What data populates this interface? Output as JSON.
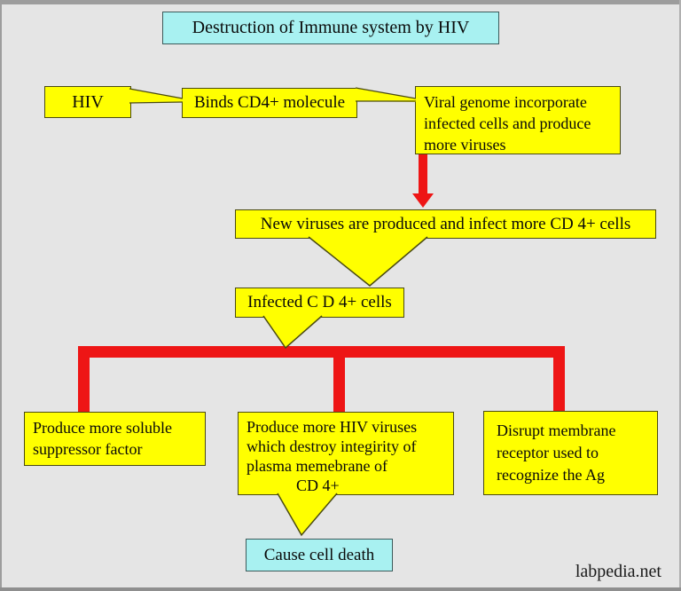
{
  "title": {
    "label": "Destruction of Immune system by HIV"
  },
  "flow": {
    "hiv": "HIV",
    "binds": "Binds CD4+ molecule",
    "viral_lines": [
      "Viral genome incorporate",
      "infected cells and produce",
      "more viruses"
    ],
    "new_viruses": "New viruses are produced and infect more CD 4+ cells",
    "infected": "Infected C D 4+ cells",
    "left_lines": [
      "Produce more soluble",
      "suppressor factor"
    ],
    "middle_lines": [
      "Produce more HIV viruses",
      "which destroy integirity of",
      "plasma memebrane of",
      "CD 4+"
    ],
    "right_lines": [
      "Disrupt membrane",
      "receptor used to",
      "recognize the Ag"
    ],
    "cause": "Cause cell death"
  },
  "watermark": "labpedia.net",
  "colors": {
    "background": "#e5e5e5",
    "box_yellow": "#ffff00",
    "box_cyan": "#a8f1f1",
    "arrow_red": "#ee1515",
    "box_border": "#4a4a12",
    "text": "#0a0a0a"
  }
}
